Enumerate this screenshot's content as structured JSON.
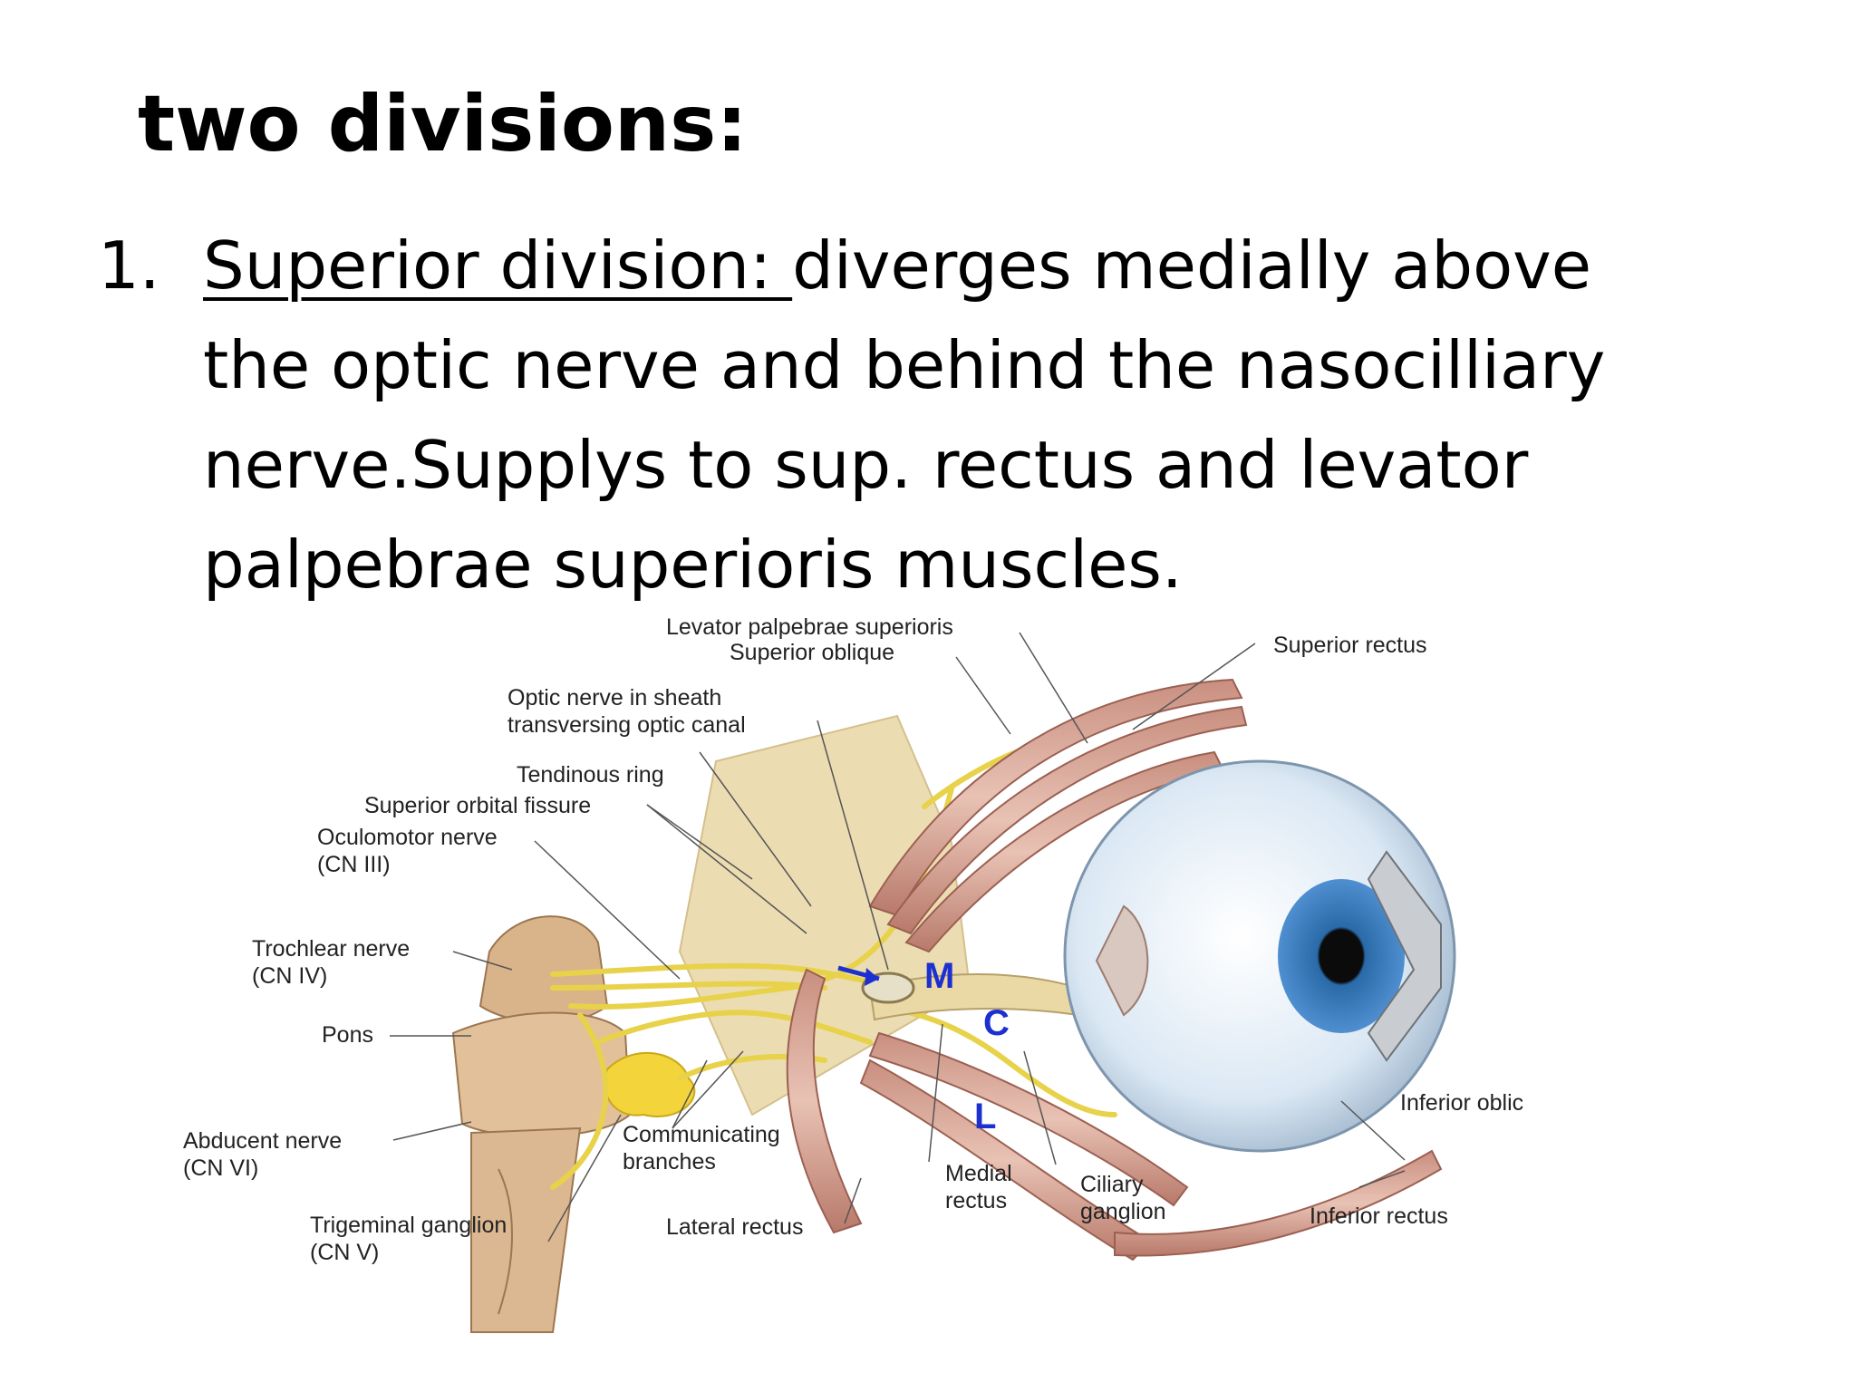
{
  "heading": "two divisions:",
  "point": {
    "number": "1.",
    "underlined": "Superior division: ",
    "lines": [
      "diverges medially above",
      "the optic nerve and behind the nasocilliary",
      "nerve.Supplys to sup. rectus and levator",
      "palpebrae superioris muscles."
    ]
  },
  "figure": {
    "labels": {
      "levator": "Levator palpebrae superioris",
      "sup_oblique": "Superior oblique",
      "optic1": "Optic nerve in sheath",
      "optic2": "transversing optic canal",
      "tendinous": "Tendinous ring",
      "sof": "Superior orbital fissure",
      "ocu1": "Oculomotor nerve",
      "ocu2": "(CN III)",
      "tro1": "Trochlear nerve",
      "tro2": "(CN IV)",
      "pons": "Pons",
      "abd1": "Abducent nerve",
      "abd2": "(CN VI)",
      "tri1": "Trigeminal ganglion",
      "tri2": "(CN V)",
      "comm1": "Communicating",
      "comm2": "branches",
      "lat": "Lateral rectus",
      "med1": "Medial",
      "med2": "rectus",
      "cil1": "Ciliary",
      "cil2": "ganglion",
      "sup_rectus": "Superior rectus",
      "inf_oblique": "Inferior oblic",
      "inf_rectus": "Inferior rectus",
      "m": "M",
      "c": "C",
      "l": "L"
    }
  }
}
